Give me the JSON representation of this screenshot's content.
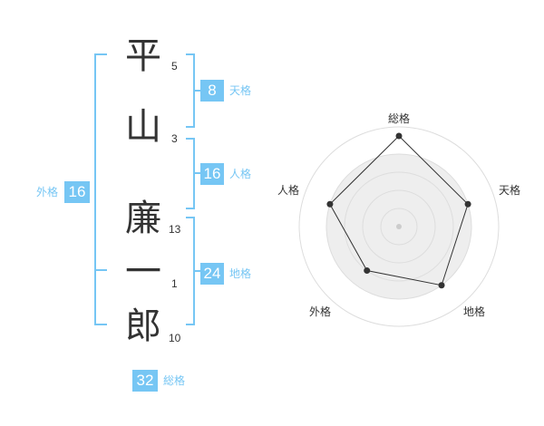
{
  "name": {
    "chars": [
      {
        "char": "平",
        "strokes": "5"
      },
      {
        "char": "山",
        "strokes": "3"
      },
      {
        "char": "廉",
        "strokes": "13"
      },
      {
        "char": "一",
        "strokes": "1"
      },
      {
        "char": "郎",
        "strokes": "10"
      }
    ]
  },
  "kakusu": {
    "tenkaku": {
      "value": "8",
      "label": "天格"
    },
    "jinkaku": {
      "value": "16",
      "label": "人格"
    },
    "chikaku": {
      "value": "24",
      "label": "地格"
    },
    "gaikaku": {
      "value": "16",
      "label": "外格"
    },
    "soukaku": {
      "value": "32",
      "label": "総格"
    }
  },
  "colors": {
    "accent": "#76c6f4",
    "text": "#333333",
    "radar_fill": "#eeeeee",
    "radar_ring": "#dddddd"
  },
  "chart_data": {
    "type": "radar",
    "axes": [
      "総格",
      "天格",
      "地格",
      "外格",
      "人格"
    ],
    "rings": 5,
    "values": [
      5,
      4,
      4,
      3,
      4
    ],
    "max": 5
  }
}
